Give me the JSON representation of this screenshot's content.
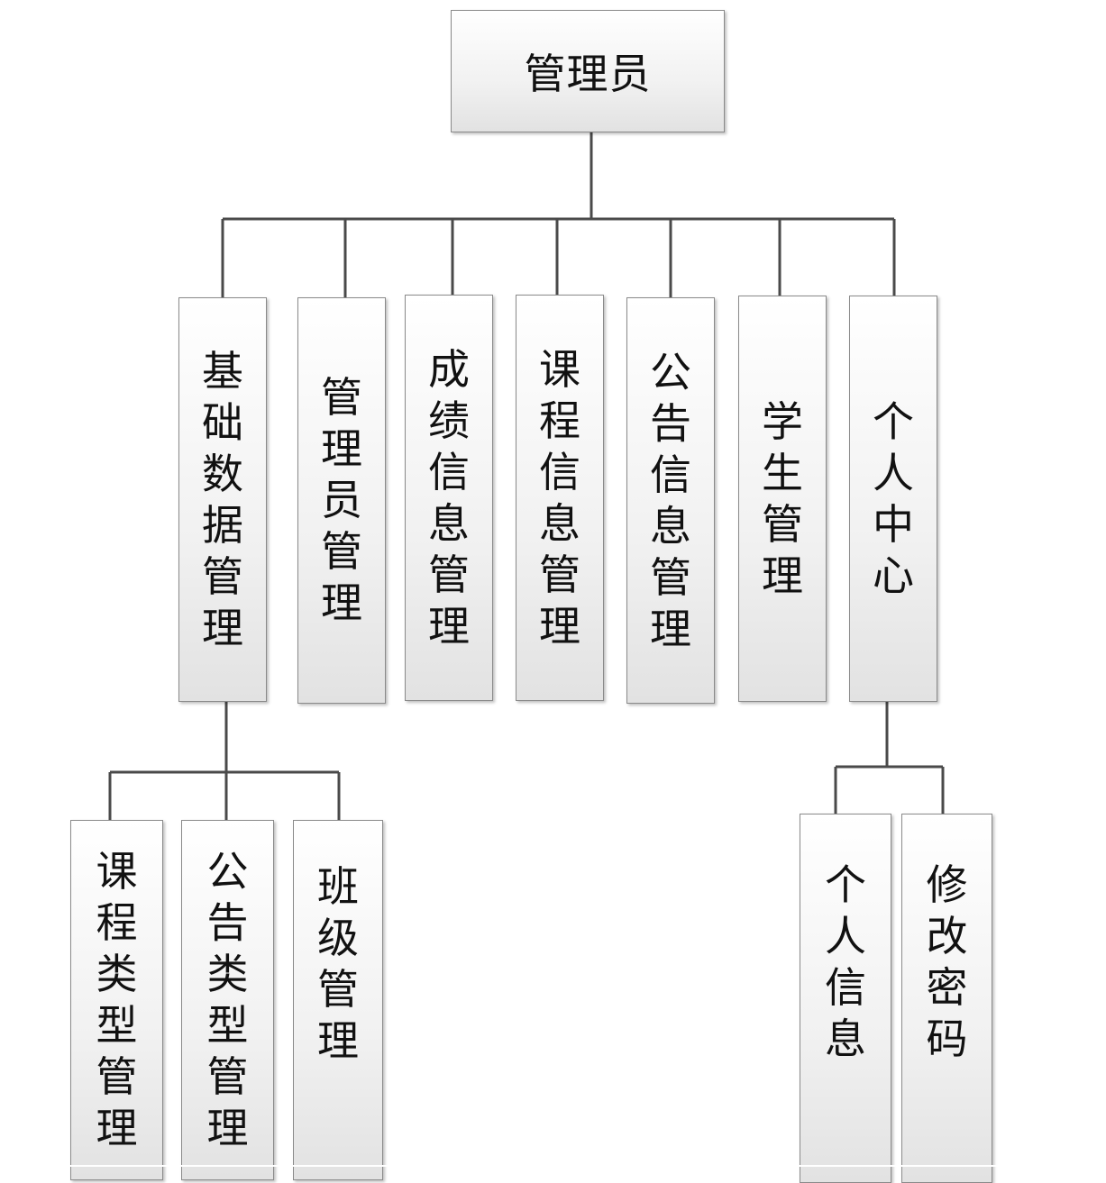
{
  "root": {
    "label": "管理员"
  },
  "modules": [
    {
      "id": "basic",
      "label": "基础数据管理"
    },
    {
      "id": "admin",
      "label": "管理员管理"
    },
    {
      "id": "score",
      "label": "成绩信息管理"
    },
    {
      "id": "course",
      "label": "课程信息管理"
    },
    {
      "id": "notice",
      "label": "公告信息管理"
    },
    {
      "id": "student",
      "label": "学生管理"
    },
    {
      "id": "personal",
      "label": "个人中心"
    }
  ],
  "submodules": {
    "basic": [
      {
        "id": "course-type",
        "label": "课程类型管理"
      },
      {
        "id": "notice-type",
        "label": "公告类型管理"
      },
      {
        "id": "class",
        "label": "班级管理"
      }
    ],
    "personal": [
      {
        "id": "personal-info",
        "label": "个人信息"
      },
      {
        "id": "change-password",
        "label": "修改密码"
      }
    ]
  }
}
